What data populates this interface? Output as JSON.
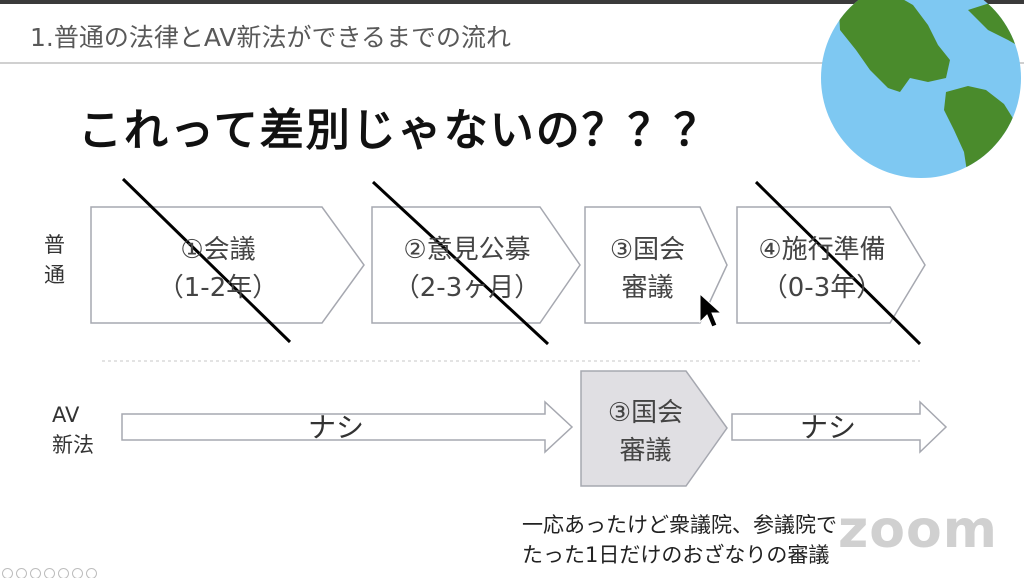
{
  "header": {
    "title": "1.普通の法律とAV新法ができるまでの流れ"
  },
  "main": {
    "question": "これって差別じゃないの？？？"
  },
  "rows": {
    "normal_label": [
      "普",
      "通"
    ],
    "av_label": [
      "AV",
      "新法"
    ]
  },
  "steps": [
    {
      "line1": "①会議",
      "line2": "（1-2年）"
    },
    {
      "line1": "②意見公募",
      "line2": "（2-3ヶ月）"
    },
    {
      "line1": "③国会",
      "line2": "審議"
    },
    {
      "line1": "④施行準備",
      "line2": "（0-3年）"
    }
  ],
  "av_flow": {
    "left_arrow_label": "ナシ",
    "middle_line1": "③国会",
    "middle_line2": "審議",
    "right_arrow_label": "ナシ"
  },
  "note": {
    "line1": "一応あったけど衆議院、参議院で",
    "line2": "たった1日だけのおざなりの審議"
  },
  "watermark": "zoom",
  "colors": {
    "highlight_fill": "#e0dfe3",
    "shape_stroke": "#a6a8b0",
    "strike": "#000000",
    "globe_ocean": "#7ec8f2",
    "globe_land": "#4a8b2c"
  },
  "icons": [
    "globe-icon",
    "cursor-icon",
    "zoom-watermark"
  ]
}
